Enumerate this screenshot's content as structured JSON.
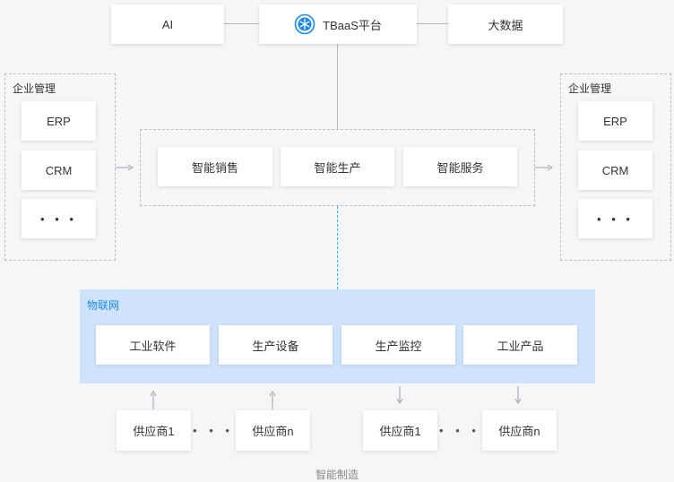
{
  "top": {
    "ai_label": "AI",
    "platform_label": "TBaaS平台",
    "bigdata_label": "大数据"
  },
  "left_group": {
    "title": "企业管理",
    "items": [
      "ERP",
      "CRM",
      "• • •"
    ]
  },
  "right_group": {
    "title": "企业管理",
    "items": [
      "ERP",
      "CRM",
      "• • •"
    ]
  },
  "center": {
    "items": [
      "智能销售",
      "智能生产",
      "智能服务"
    ]
  },
  "iot": {
    "title": "物联网",
    "items": [
      "工业软件",
      "生产设备",
      "生产监控",
      "工业产品"
    ]
  },
  "suppliers": {
    "left_first": "供应商1",
    "left_dots": "• • •",
    "left_last": "供应商n",
    "right_first": "供应商1",
    "right_dots": "• • •",
    "right_last": "供应商n"
  },
  "caption": "智能制造",
  "colors": {
    "accent": "#1e88e5",
    "iot_panel": "#cfe3fd",
    "connector_dashed": "#29b6f6",
    "dashed_border": "#b9bdc4"
  },
  "icons": [
    "snowflake-logo-icon",
    "arrow-right-icon",
    "arrow-up-icon",
    "arrow-down-icon"
  ]
}
